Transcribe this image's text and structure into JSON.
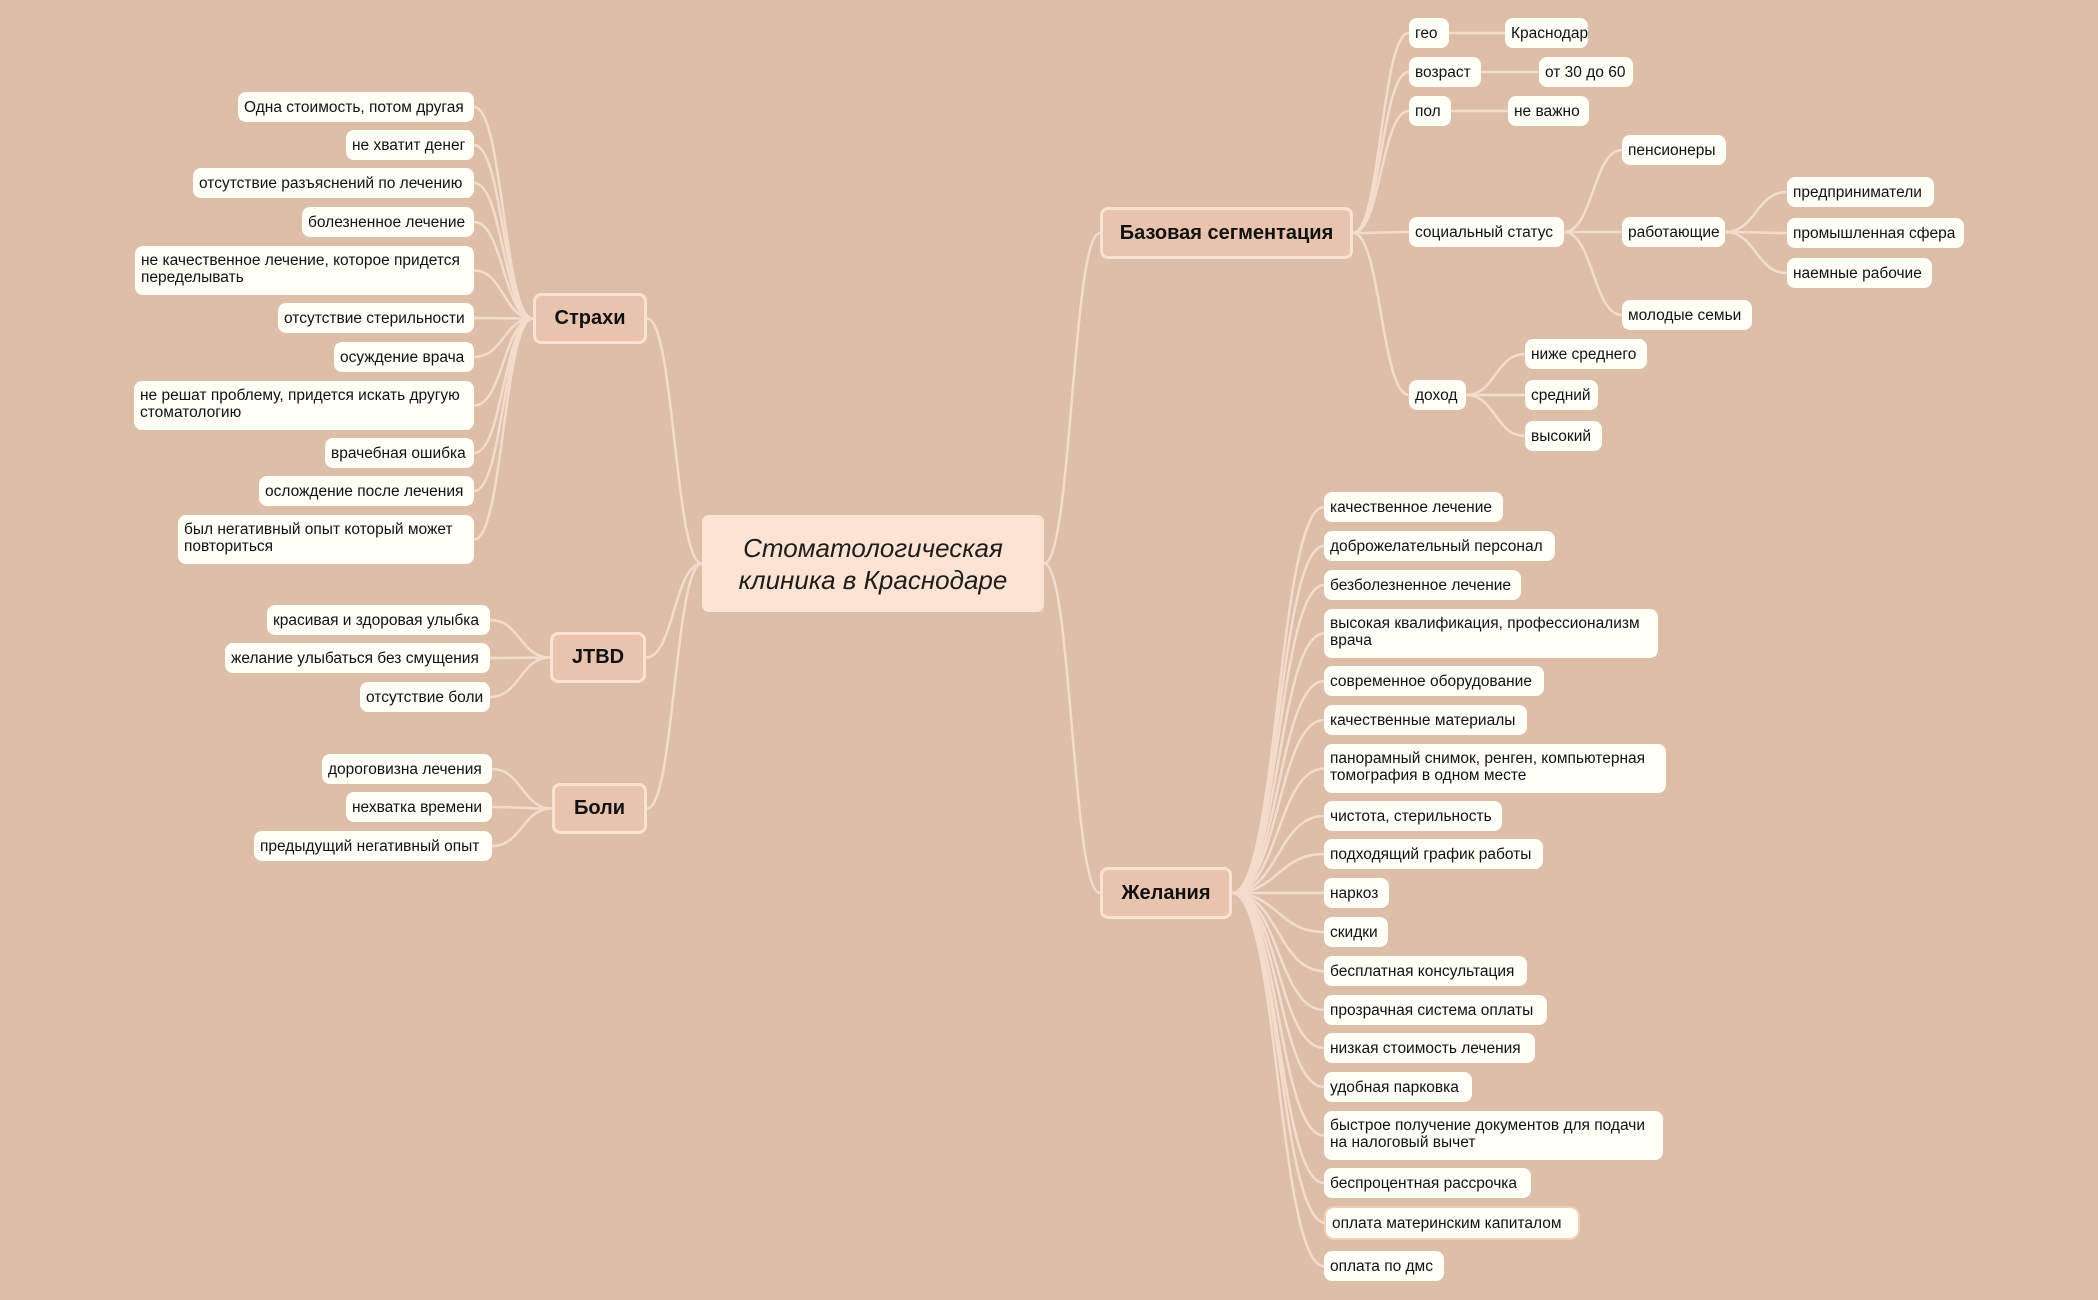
{
  "colors": {
    "background": "#dcbea9",
    "central": "#fde3d4",
    "branch_fill": "#e8c4ae",
    "branch_border": "#f9e2d3",
    "leaf": "#fffff7",
    "connector": "#f4dccd"
  },
  "central": {
    "line1": "Стоматологическая",
    "line2": "клиника в Краснодаре"
  },
  "branches": {
    "fears": "Страхи",
    "jtbd": "JTBD",
    "pains": "Боли",
    "segmentation": "Базовая сегментация",
    "desires": "Желания"
  },
  "fears": [
    "Одна стоимость, потом другая",
    "не хватит денег",
    "отсутствие разъяснений по лечению",
    "болезненное лечение",
    "не качественное лечение, которое придется переделывать",
    "отсутствие стерильности",
    "осуждение врача",
    "не решат проблему, придется искать другую стоматологию",
    "врачебная ошибка",
    "ослождение после лечения",
    "был негативный опыт который может повториться"
  ],
  "jtbd": [
    "красивая и здоровая улыбка",
    "желание улыбаться без смущения",
    "отсутствие боли"
  ],
  "pains": [
    "дороговизна лечения",
    "нехватка времени",
    "предыдущий негативный опыт"
  ],
  "segmentation": {
    "geo": {
      "label": "гео",
      "value": "Краснодар"
    },
    "age": {
      "label": "возраст",
      "value": "от 30 до 60"
    },
    "gender": {
      "label": "пол",
      "value": "не важно"
    },
    "social": {
      "label": "социальный статус",
      "pensioners": "пенсионеры",
      "working": {
        "label": "работающие",
        "items": [
          "предприниматели",
          "промышленная сфера",
          "наемные рабочие"
        ]
      },
      "young_families": "молодые семьи"
    },
    "income": {
      "label": "доход",
      "items": [
        "ниже среднего",
        "средний",
        "высокий"
      ]
    }
  },
  "desires": [
    "качественное лечение",
    "доброжелательный персонал",
    "безболезненное лечение",
    "высокая квалификация, профессионализм врача",
    "современное оборудование",
    "качественные материалы",
    "панорамный снимок, ренген, компьютерная томография в одном месте",
    "чистота, стерильность",
    "подходящий график работы",
    "наркоз",
    "скидки",
    "бесплатная консультация",
    "прозрачная система оплаты",
    "низкая стоимость лечения",
    "удобная парковка",
    "быстрое получение документов для подачи на налоговый вычет",
    "беспроцентная рассрочка",
    "оплата материнским капиталом",
    "оплата по дмс"
  ]
}
